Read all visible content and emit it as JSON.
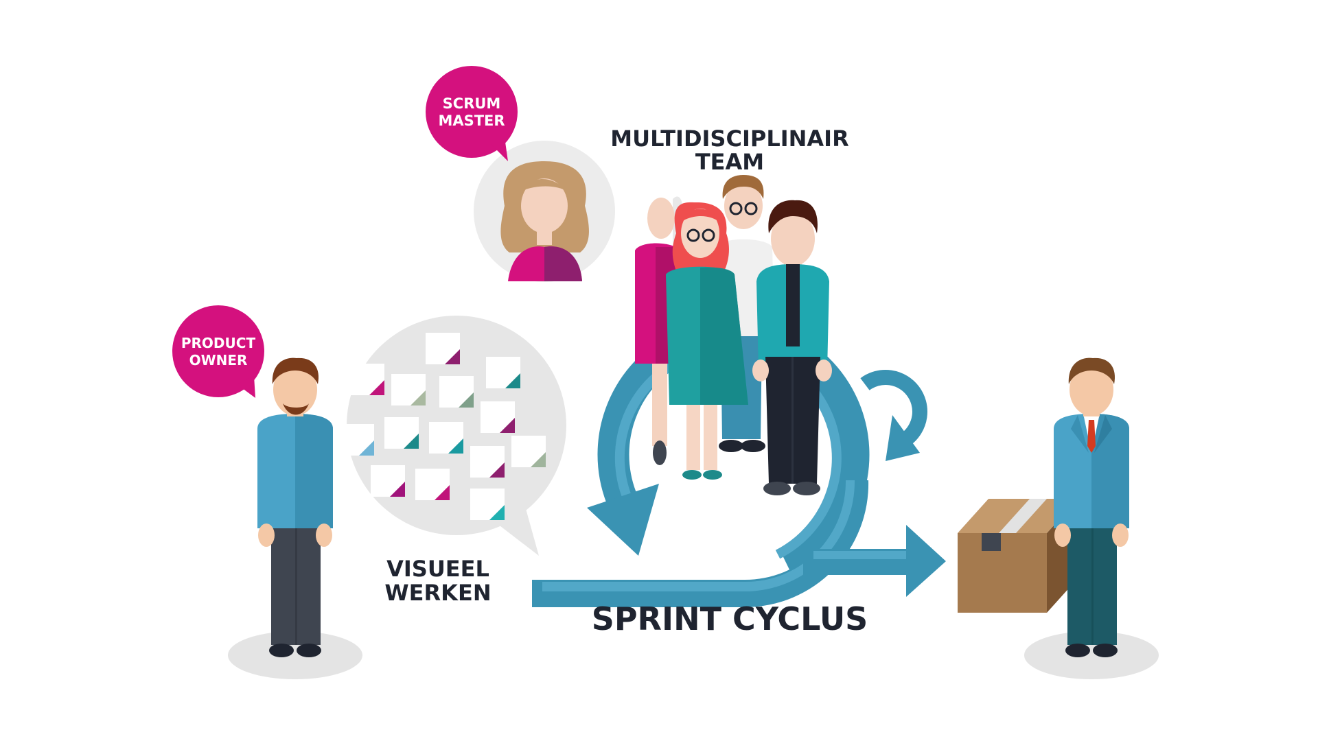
{
  "labels": {
    "scrum_master_line1": "SCRUM",
    "scrum_master_line2": "MASTER",
    "product_owner_line1": "PRODUCT",
    "product_owner_line2": "OWNER",
    "team_line1": "MULTIDISCIPLINAIR",
    "team_line2": "TEAM",
    "visual_line1": "VISUEEL",
    "visual_line2": "WERKEN",
    "sprint": "SPRINT CYCLUS"
  },
  "colors": {
    "magenta": "#d4117e",
    "teal": "#3a93b3",
    "teal_light": "#52a8c8",
    "dark_text": "#1f2430",
    "bubble_gray": "#e6e6e6",
    "box_brown": "#a57a4e"
  }
}
